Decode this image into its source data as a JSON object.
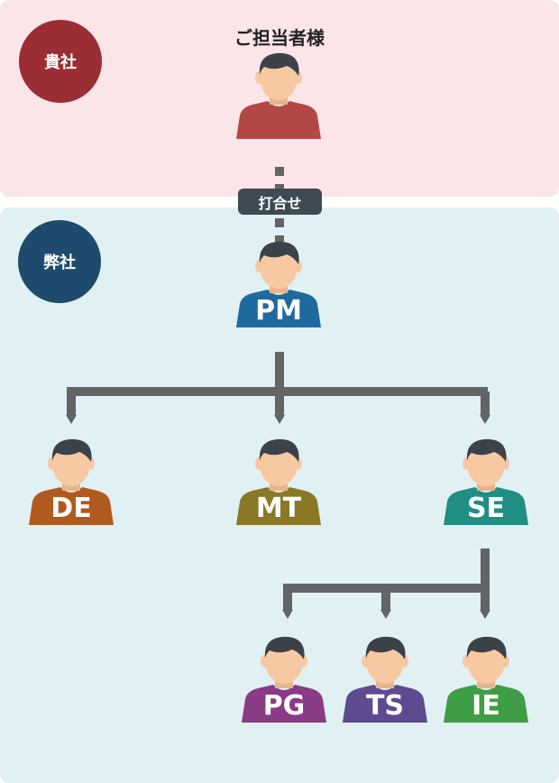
{
  "client": {
    "badge": "貴社",
    "title": "ご担当者様",
    "color": "#b24846"
  },
  "meeting_label": "打合せ",
  "our": {
    "badge": "弊社"
  },
  "people": [
    {
      "id": "pm",
      "label": "PM",
      "color": "#1e6a9e"
    },
    {
      "id": "de",
      "label": "DE",
      "color": "#b05a1f"
    },
    {
      "id": "mt",
      "label": "MT",
      "color": "#8a7826"
    },
    {
      "id": "se",
      "label": "SE",
      "color": "#1f8e83"
    },
    {
      "id": "pg",
      "label": "PG",
      "color": "#8a3b85"
    },
    {
      "id": "ts",
      "label": "TS",
      "color": "#5e4a90"
    },
    {
      "id": "ie",
      "label": "IE",
      "color": "#3f9e45"
    }
  ]
}
